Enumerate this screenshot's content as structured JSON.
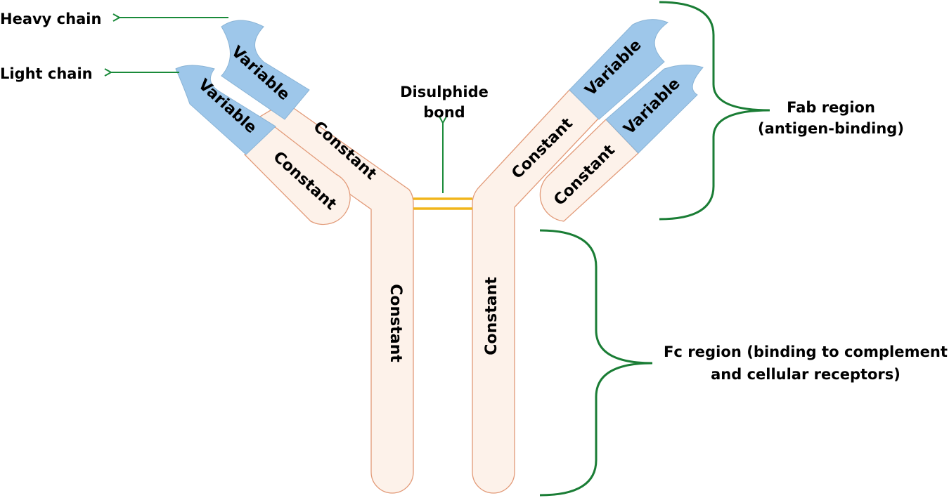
{
  "labels": {
    "heavy_chain": "Heavy chain",
    "light_chain": "Light chain",
    "disulphide_line1": "Disulphide",
    "disulphide_line2": "bond",
    "fab_line1": "Fab region",
    "fab_line2": "(antigen-binding)",
    "fc_line1": "Fc region (binding to complement",
    "fc_line2": "and cellular receptors)"
  },
  "segments": {
    "variable": "Variable",
    "constant": "Constant"
  },
  "colors": {
    "constant_fill": "#fdf2ea",
    "constant_stroke": "#e29a78",
    "variable_fill": "#9ec7ea",
    "arrow": "#1a8a3a",
    "bond": "#f1b51c"
  }
}
